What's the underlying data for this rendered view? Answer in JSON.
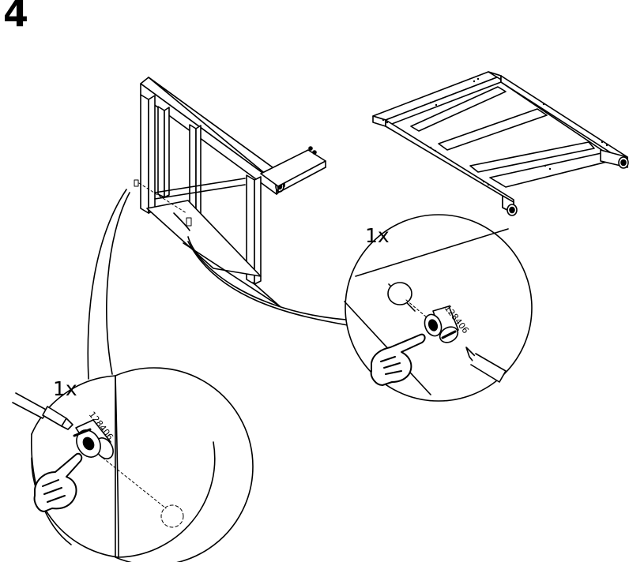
{
  "step": {
    "number": "4"
  },
  "callouts": [
    {
      "quantity": "1x",
      "part_number": "128406"
    },
    {
      "quantity": "1x",
      "part_number": "128406"
    }
  ],
  "icons": [
    "chair-frame-illustration",
    "seat-frame-illustration",
    "barrel-nut-icon",
    "screwdriver-icon",
    "hand-pointing-icon"
  ]
}
